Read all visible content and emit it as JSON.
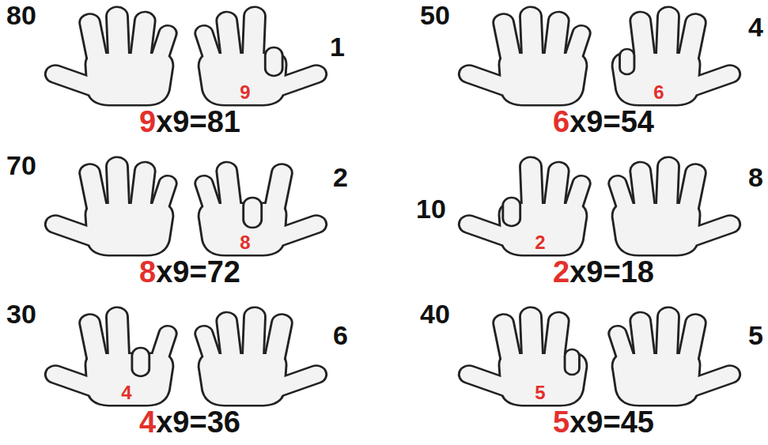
{
  "diagram": {
    "labels": [
      "80",
      "1",
      "9",
      "9",
      "x9=81",
      "50",
      "4",
      "6",
      "6",
      "x9=54",
      "70",
      "2",
      "8",
      "8",
      "x9=72",
      "10",
      "8",
      "2",
      "2",
      "x9=18",
      "30",
      "6",
      "4",
      "4",
      "x9=36",
      "40",
      "5",
      "5",
      "5",
      "x9=45"
    ]
  }
}
